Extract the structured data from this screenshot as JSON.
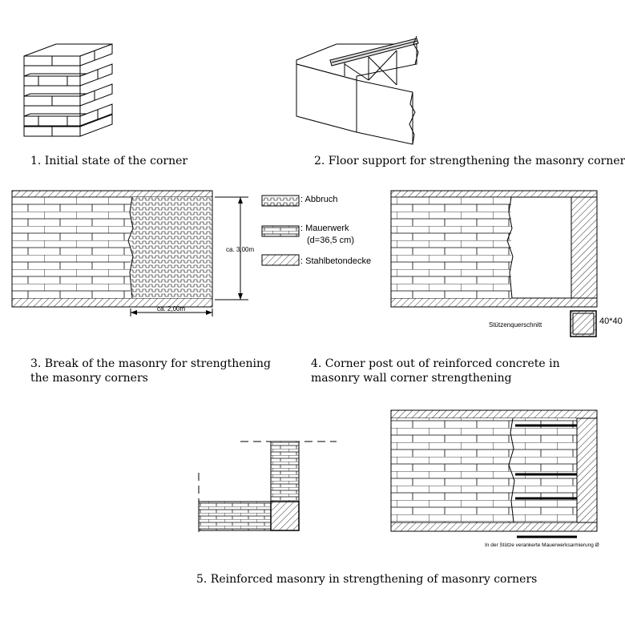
{
  "captions": {
    "c1": "1. Initial state of the corner",
    "c2": "2. Floor support for strengthening the masonry corners",
    "c3_line1": "3. Break of the masonry for strengthening",
    "c3_line2": "the masonry corners",
    "c4_line1": "4. Corner post out of reinforced concrete in",
    "c4_line2": "masonry wall corner strengthening",
    "c5": "5. Reinforced masonry in strengthening of masonry corners"
  },
  "legend": {
    "abbruch": ": Abbruch",
    "mauerwerk_line1": ": Mauerwerk",
    "mauerwerk_line2": "(d=36,5 cm)",
    "stahlbetondecke": ": Stahlbetondecke"
  },
  "dimensions": {
    "height": "ca. 3,00m",
    "width": "ca. 2,00m"
  },
  "column": {
    "label": "Stützenquerschnitt",
    "size": "40*40"
  },
  "note5": "In der Stütze verankerte Mauerwerksarmierung Ø"
}
